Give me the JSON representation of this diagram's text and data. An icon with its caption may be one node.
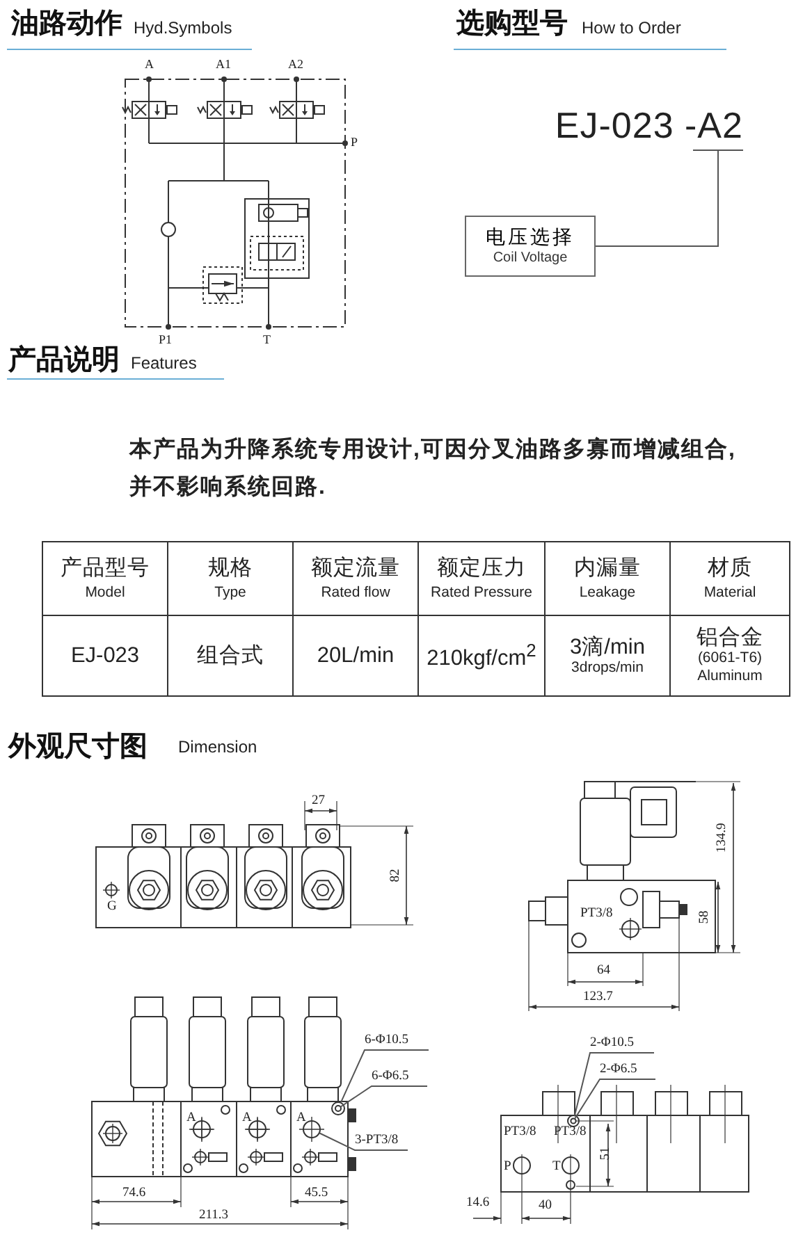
{
  "diagram": {
    "nodes": [
      {
        "text": [
          "EJ-023 -A2"
        ]
      },
      {
        "text": [
          "电压选择",
          "Coil Voltage"
        ]
      },
      {
        "text": [
          "6-Φ10.5"
        ]
      },
      {
        "text": [
          "6-Φ6.5"
        ]
      },
      {
        "text": [
          "3-PT3/8"
        ]
      },
      {
        "text": [
          "2-Φ10.5"
        ]
      },
      {
        "text": [
          "2-Φ6.5"
        ]
      },
      {
        "text": [],
        "shape": "circle"
      },
      {
        "text": [],
        "shape": "circle",
        "in": 7
      },
      {
        "text": [],
        "shape": "circle"
      },
      {
        "text": [],
        "shape": "circle"
      },
      {
        "text": [],
        "shape": "circle",
        "in": 10
      }
    ],
    "edges": [
      {
        "from": 0,
        "to": 1,
        "arrow": "none"
      },
      {
        "from": 2,
        "to": 7,
        "arrow": "none"
      },
      {
        "from": 3,
        "to": 8,
        "arrow": "none"
      },
      {
        "from": 4,
        "to": 9,
        "arrow": "none"
      },
      {
        "from": 5,
        "to": 10,
        "arrow": "none"
      },
      {
        "from": 6,
        "to": 11,
        "arrow": "none"
      }
    ],
    "labels": [
      "油路动作",
      "Hyd.Symbols",
      "选购型号",
      "How to Order",
      "A",
      "A1",
      "A2",
      "P",
      "P1",
      "T",
      "产品说明",
      "Features",
      "本产品为升降系统专用设计,可因分叉油路多寡而增减组合,并不影响系统回路.",
      "产品型号",
      "Model",
      "规格",
      "Type",
      "额定流量",
      "Rated flow",
      "额定压力",
      "Rated Pressure",
      "内漏量",
      "Leakage",
      "材质",
      "Material",
      "EJ-023",
      "组合式",
      "20L/min",
      "210kgf/cm$^{2}$",
      "3滴/min",
      "3drops/min",
      "铝合金",
      "(6061-T6)",
      "Aluminum",
      "外观尺寸图",
      "Dimension",
      "27",
      "82",
      "G",
      "134.9",
      "PT3/8",
      "58",
      "64",
      "123.7",
      "A",
      "A",
      "A",
      "74.6",
      "45.5",
      "211.3",
      "PT3/8",
      "PT3/8",
      "P",
      "T",
      "51",
      "14.6",
      "40"
    ]
  }
}
